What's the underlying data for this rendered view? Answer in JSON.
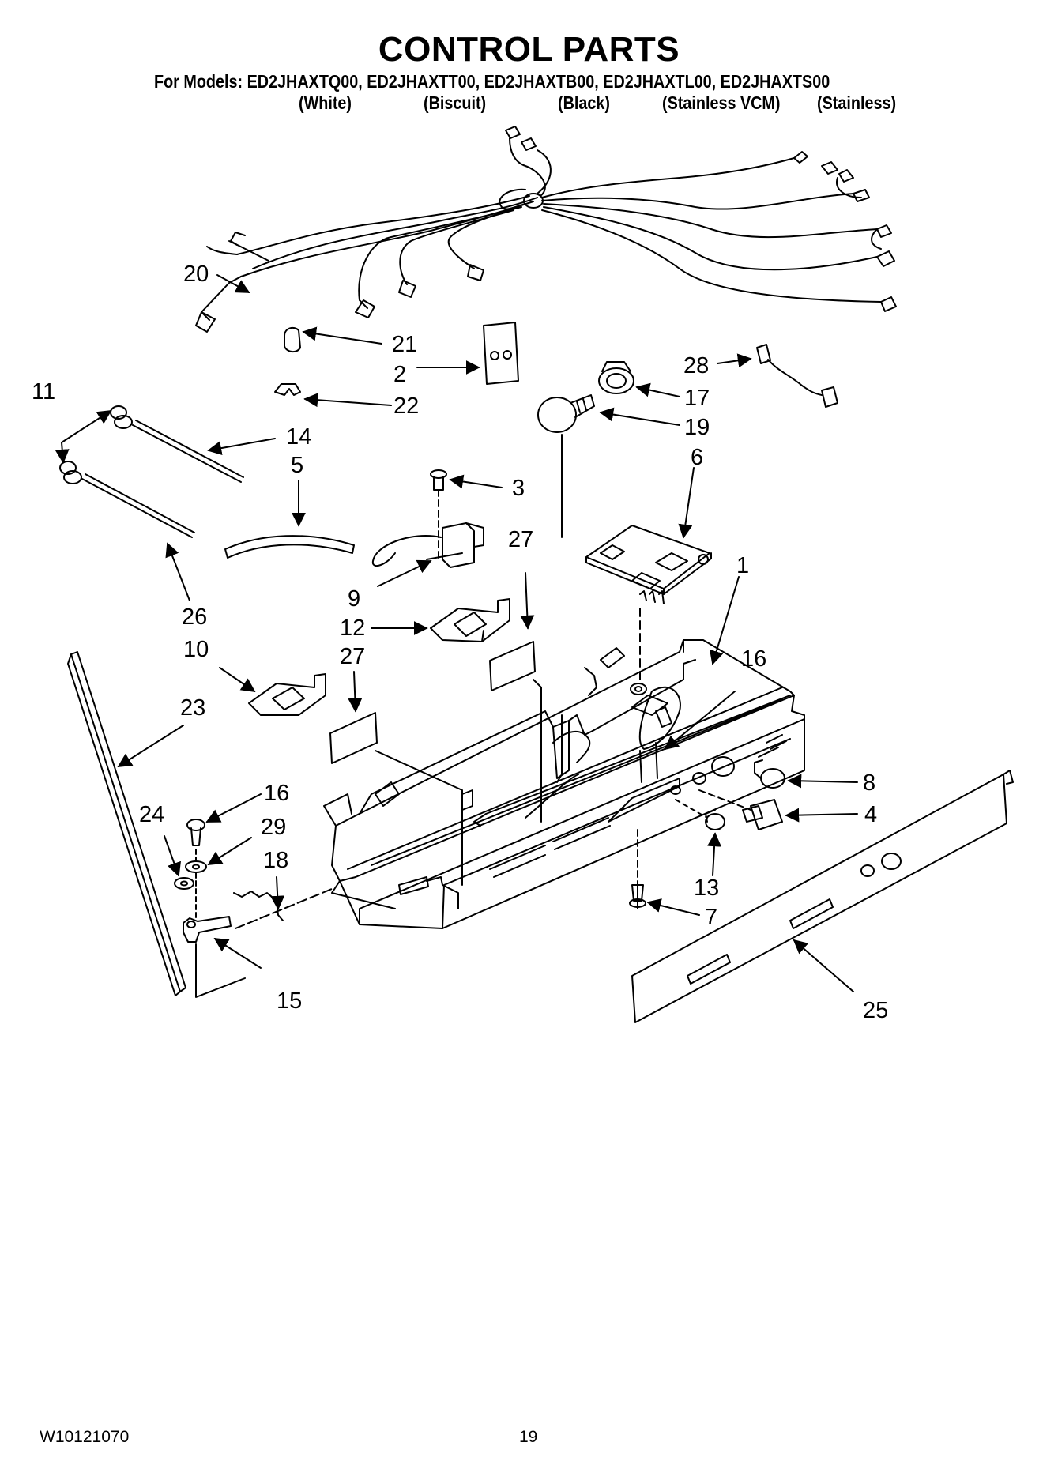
{
  "header": {
    "title": "CONTROL PARTS",
    "models_line": "For Models: ED2JHAXTQ00, ED2JHAXTT00, ED2JHAXTB00, ED2JHAXTL00, ED2JHAXTS00",
    "colors": [
      "(White)",
      "(Biscuit)",
      "(Black)",
      "(Stainless VCM)",
      "(Stainless)"
    ]
  },
  "callouts": {
    "c1": "1",
    "c2": "2",
    "c3": "3",
    "c4": "4",
    "c5": "5",
    "c6": "6",
    "c7": "7",
    "c8": "8",
    "c9": "9",
    "c10": "10",
    "c11": "11",
    "c12": "12",
    "c13": "13",
    "c14": "14",
    "c15": "15",
    "c16a": "16",
    "c16b": "16",
    "c17": "17",
    "c18": "18",
    "c19": "19",
    "c20": "20",
    "c21": "21",
    "c22": "22",
    "c23": "23",
    "c24": "24",
    "c25": "25",
    "c26": "26",
    "c27a": "27",
    "c27b": "27",
    "c28": "28",
    "c29": "29"
  },
  "footer": {
    "doc_number": "W10121070",
    "page_number": "19"
  }
}
